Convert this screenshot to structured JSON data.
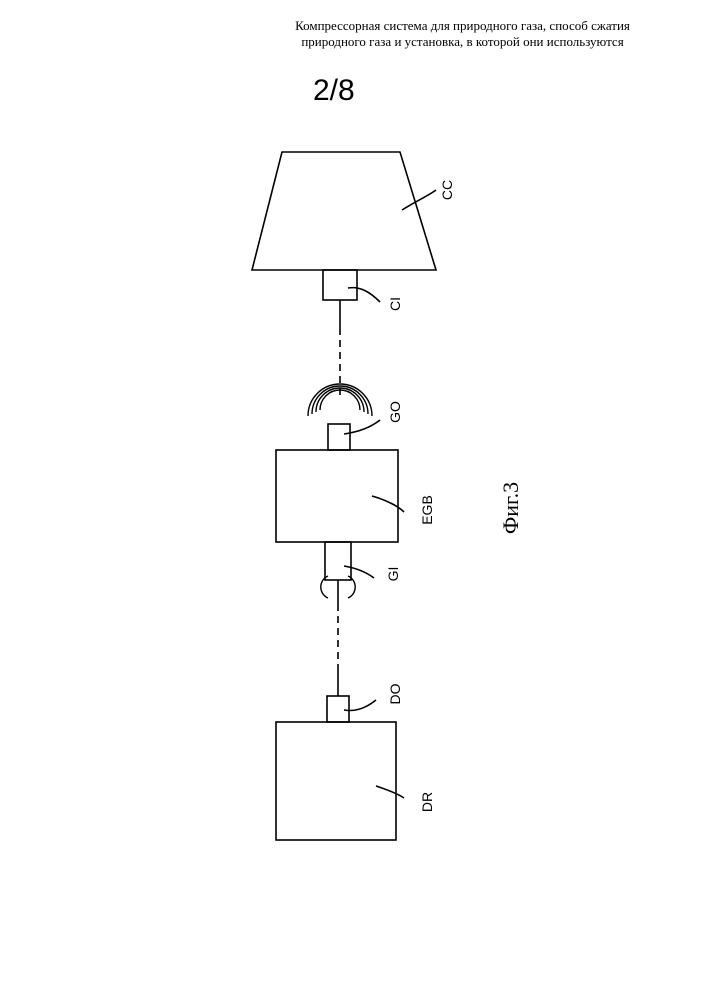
{
  "header": {
    "line1": "Компрессорная система для природного газа, способ сжатия",
    "line2": "природного газа и установка, в которой они используются"
  },
  "page_number": "2/8",
  "labels": {
    "cc": "CC",
    "ci": "CI",
    "go": "GO",
    "egb": "EGB",
    "gi": "GI",
    "do": "DO",
    "dr": "DR"
  },
  "figure_caption": "Фиг.3"
}
